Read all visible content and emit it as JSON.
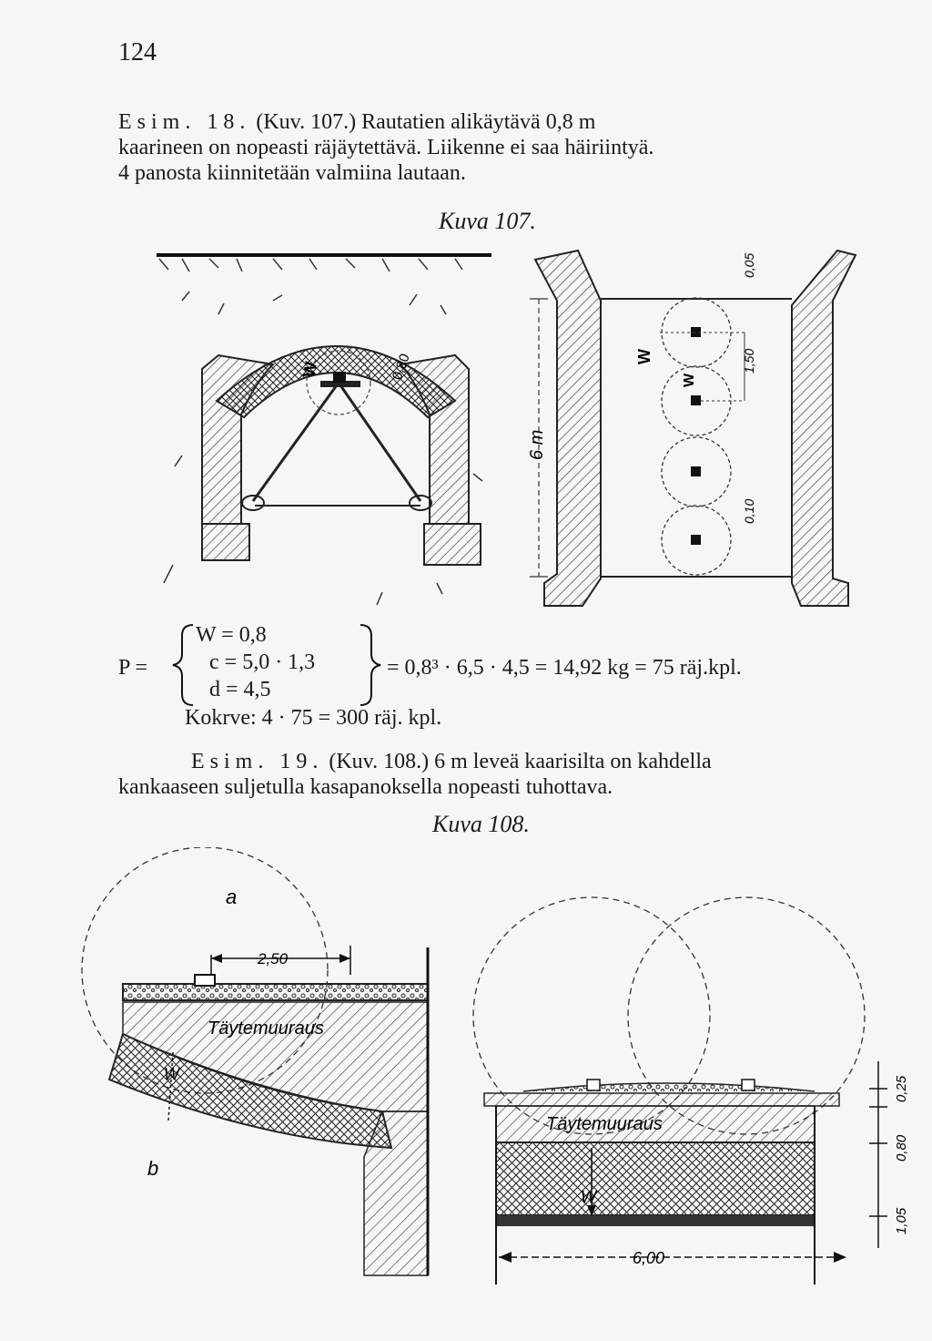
{
  "page": {
    "number": "124"
  },
  "example18": {
    "label": "Esim. 18.",
    "ref": "(Kuv. 107.)",
    "line1_rest": "Rautatien alikäytävä 0,8 m",
    "line2": "kaarineen on nopeasti räjäytettävä. Liikenne ei saa häiriintyä.",
    "line3": "4 panosta kiinnitetään valmiina lautaan."
  },
  "figure107": {
    "caption": "Kuva 107.",
    "labels": {
      "w": "W",
      "w080": "0,80",
      "w_vert": "W",
      "w_small": "W",
      "six_m": "6 m",
      "d005": "0,05",
      "d150": "1,50",
      "d010": "0,10"
    }
  },
  "formula": {
    "p": "P =",
    "w": "W = 0,8",
    "c": "c = 5,0 · 1,3",
    "d": "d = 4,5",
    "result": "= 0,8³ · 6,5 · 4,5 = 14,92 kg = 75 räj.kpl.",
    "total": "Kokrve:  4 · 75 = 300 räj. kpl."
  },
  "example19": {
    "label": "Esim. 19.",
    "ref": "(Kuv. 108.)",
    "line1_rest": "6 m leveä kaarisilta on kahdella",
    "line2": "kankaaseen suljetulla kasapanoksella nopeasti tuhottava."
  },
  "figure108": {
    "caption": "Kuva 108.",
    "labels": {
      "a": "a",
      "b": "b",
      "d250": "2,50",
      "fill_left": "Täytemuuraus",
      "w_left": "W",
      "fill_right": "Täytemuuraus",
      "w_right": "W",
      "d600": "6,00",
      "d105": "1,05",
      "d080": "0,80",
      "d025": "0,25"
    }
  }
}
